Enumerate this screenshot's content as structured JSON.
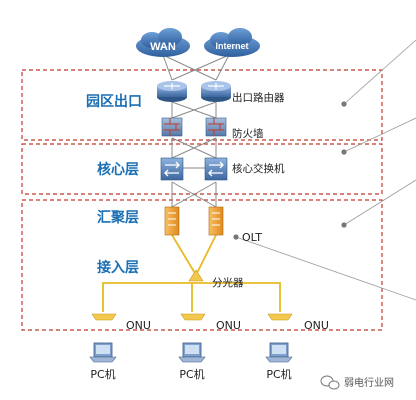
{
  "clouds": {
    "wan": "WAN",
    "internet": "Internet"
  },
  "zones": {
    "egress": "园区出口",
    "core": "核心层",
    "aggregation": "汇聚层",
    "access": "接入层"
  },
  "devices": {
    "egress_router": "出口路由器",
    "firewall": "防火墙",
    "core_switch": "核心交换机",
    "olt": "OLT",
    "splitter": "分光器",
    "onu": [
      "ONU",
      "ONU",
      "ONU"
    ],
    "pc": [
      "PC机",
      "PC机",
      "PC机"
    ]
  },
  "watermark": "弱电行业网",
  "colors": {
    "zone_border": "#c0392b",
    "zone_label": "#1a6fb5",
    "router_blue": "#4a78b8",
    "olt_orange": "#f0a030",
    "fiber_yellow": "#e8b923",
    "link_gray": "#888888"
  },
  "icons": {
    "cloud": "cloud-icon",
    "router": "router-icon",
    "firewall": "firewall-icon",
    "switch": "switch-icon",
    "olt": "olt-icon",
    "splitter": "splitter-icon",
    "onu": "onu-icon",
    "pc": "pc-icon"
  }
}
